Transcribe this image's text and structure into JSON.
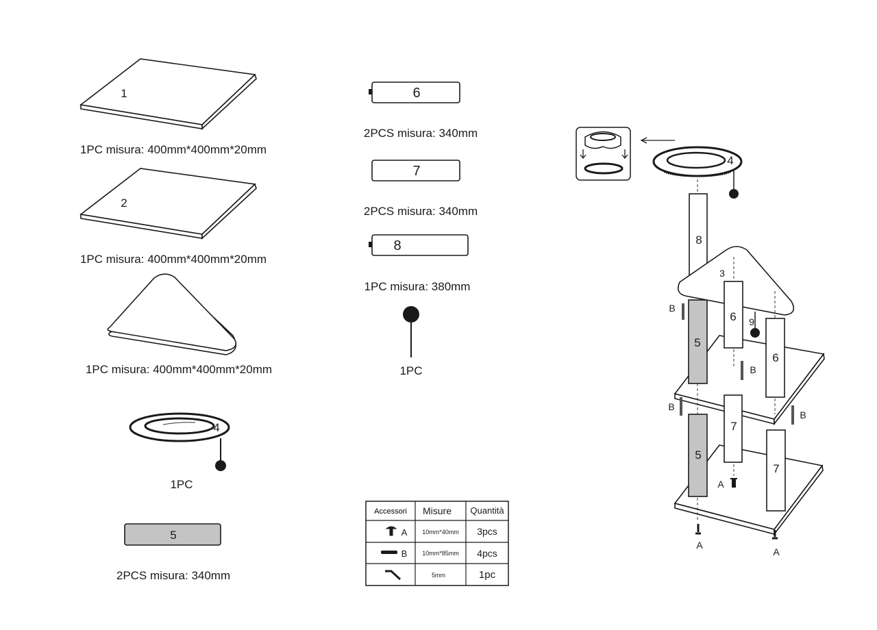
{
  "parts": {
    "board1": {
      "number": "1",
      "caption": "1PC misura: 400mm*400mm*20mm"
    },
    "board2": {
      "number": "2",
      "caption": "1PC misura: 400mm*400mm*20mm"
    },
    "triangle": {
      "caption": "1PC misura: 400mm*400mm*20mm"
    },
    "bowl": {
      "number": "4",
      "caption": "1PC"
    },
    "tube5": {
      "number": "5",
      "caption": "2PCS misura: 340mm"
    },
    "tube6": {
      "number": "6",
      "caption": "2PCS misura: 340mm"
    },
    "tube7": {
      "number": "7",
      "caption": "2PCS misura: 340mm"
    },
    "tube8": {
      "number": "8",
      "caption": "1PC misura: 380mm"
    },
    "ball": {
      "caption": "1PC"
    }
  },
  "table": {
    "headers": [
      "Accessori",
      "Misure",
      "Quantità"
    ],
    "rows": [
      {
        "icon": "screw-icon",
        "letter": "A",
        "size": "10mm*40mm",
        "qty": "3pcs"
      },
      {
        "icon": "dowel-icon",
        "letter": "B",
        "size": "10mm*85mm",
        "qty": "4pcs"
      },
      {
        "icon": "allen-key-icon",
        "letter": "",
        "size": "5mm",
        "qty": "1pc"
      }
    ]
  },
  "assembly": {
    "labels": {
      "n3": "3",
      "n4": "4",
      "n5a": "5",
      "n5b": "5",
      "n6a": "6",
      "n6b": "6",
      "n7a": "7",
      "n7b": "7",
      "n8": "8",
      "n9": "9",
      "b1": "B",
      "b2": "B",
      "b3": "B",
      "b4": "B",
      "a1": "A",
      "a2": "A",
      "a3": "A"
    }
  },
  "colors": {
    "line": "#1a1a1a",
    "tube_gray": "#c4c4c4"
  }
}
